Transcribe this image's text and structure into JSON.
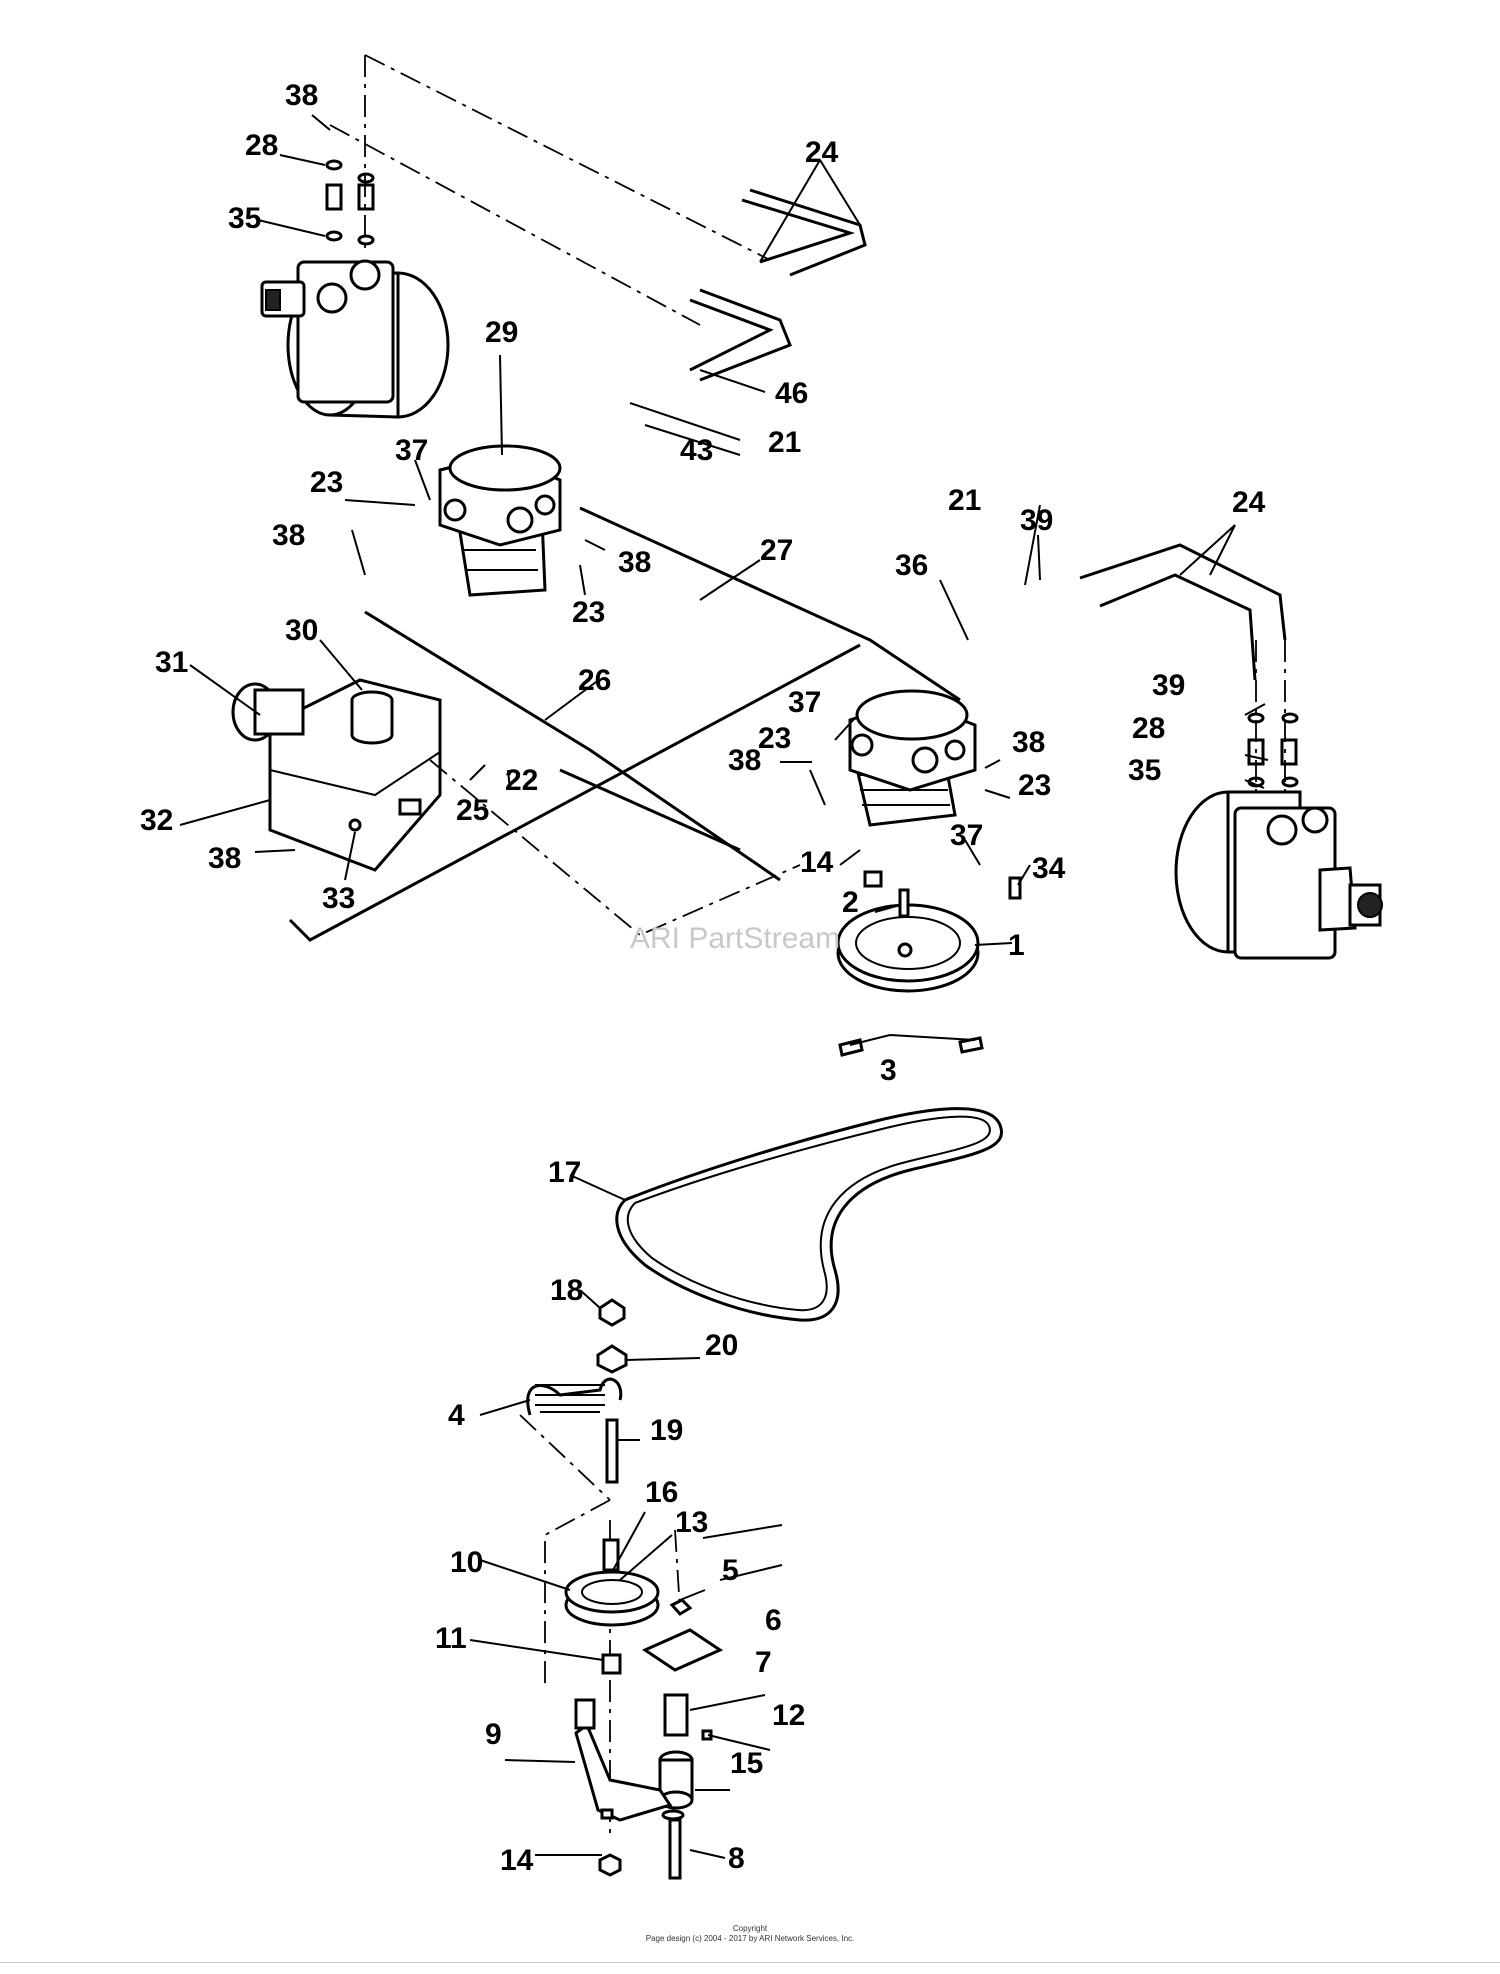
{
  "watermark": "ARI PartStream",
  "footer": {
    "line1": "Copyright",
    "line2": "Page design (c) 2004 - 2017 by ARI Network Services, Inc."
  },
  "callouts": [
    "1",
    "2",
    "3",
    "4",
    "5",
    "6",
    "7",
    "8",
    "9",
    "10",
    "11",
    "12",
    "13",
    "14",
    "14",
    "15",
    "16",
    "17",
    "18",
    "19",
    "20",
    "21",
    "21",
    "22",
    "23",
    "23",
    "23",
    "23",
    "24",
    "24",
    "25",
    "26",
    "27",
    "28",
    "28",
    "29",
    "30",
    "31",
    "32",
    "33",
    "34",
    "35",
    "35",
    "36",
    "37",
    "37",
    "37",
    "38",
    "38",
    "38",
    "38",
    "38",
    "38",
    "39",
    "39",
    "43",
    "46"
  ]
}
